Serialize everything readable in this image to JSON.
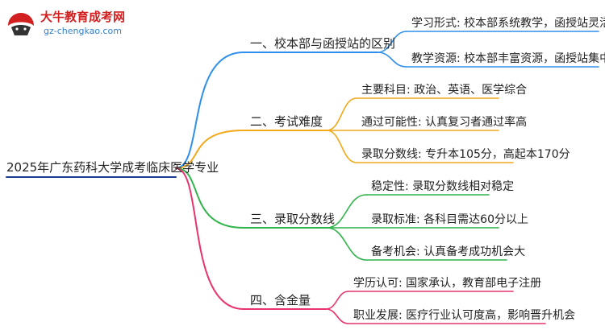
{
  "watermark": {
    "site_name": "大牛教育成考网",
    "site_url": "gz-chengkao.com"
  },
  "mindmap": {
    "root": "2025年广东药科大学成考临床医学专业",
    "branches": [
      {
        "title": "一、校本部与函授站的区别",
        "color": "#2f8fea",
        "items": [
          "学习形式: 校本部系统教学，函授站灵活自学",
          "教学资源: 校本部丰富资源，函授站集中面授"
        ]
      },
      {
        "title": "二、考试难度",
        "color": "#f2a91a",
        "items": [
          "主要科目: 政治、英语、医学综合",
          "通过可能性: 认真复习者通过率高",
          "录取分数线: 专升本105分，高起本170分"
        ]
      },
      {
        "title": "三、录取分数线",
        "color": "#2fb44a",
        "items": [
          "稳定性: 录取分数线相对稳定",
          "录取标准: 各科目需达60分以上",
          "备考机会: 认真备考成功机会大"
        ]
      },
      {
        "title": "四、含金量",
        "color": "#e8336c",
        "items": [
          "学历认可: 国家承认，教育部电子注册",
          "职业发展: 医疗行业认可度高，影响晋升机会"
        ]
      }
    ]
  }
}
